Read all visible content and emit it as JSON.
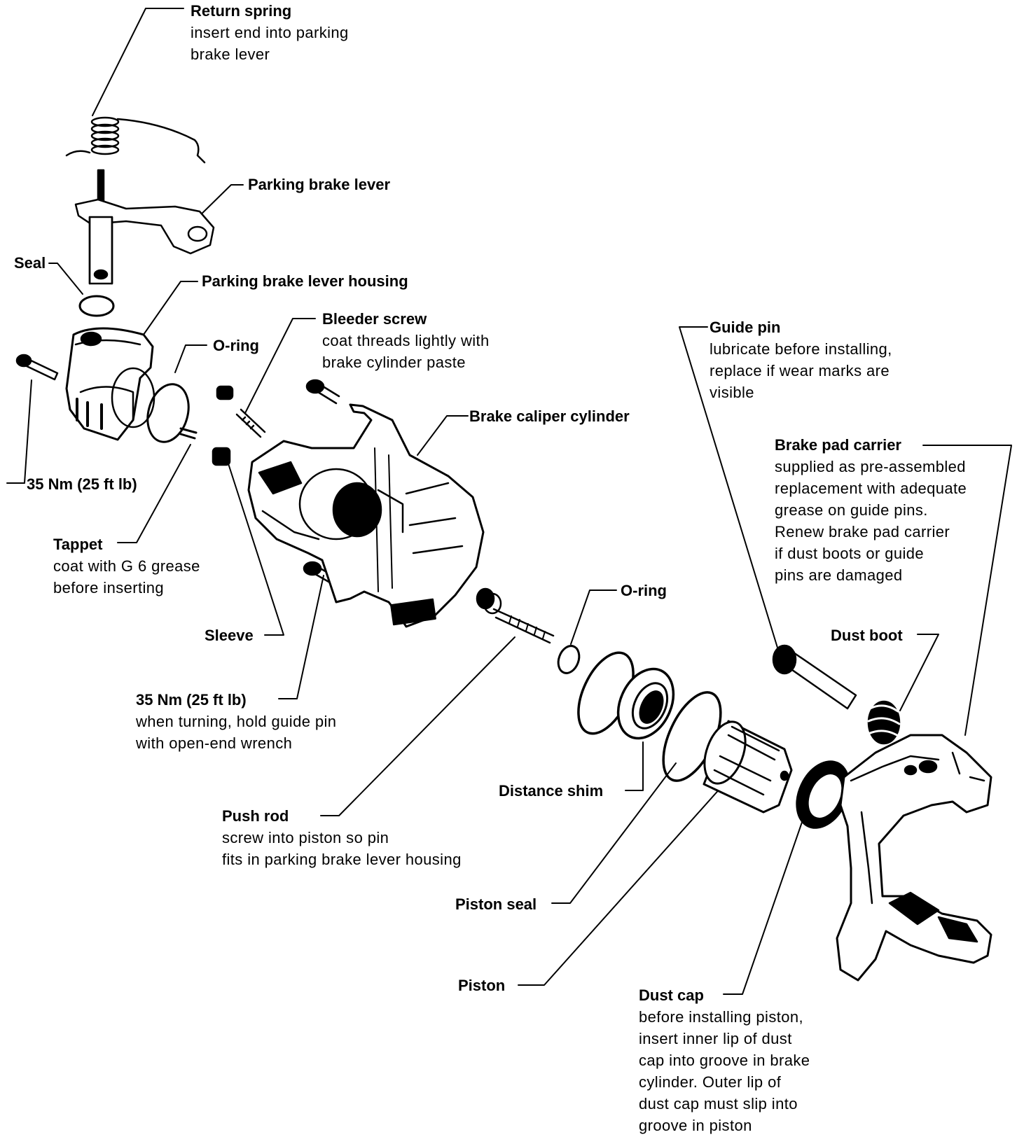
{
  "labels": {
    "return_spring": {
      "title": "Return spring",
      "desc": [
        "insert end into parking",
        "brake lever"
      ]
    },
    "parking_brake_lever": {
      "title": "Parking brake lever"
    },
    "seal": {
      "title": "Seal"
    },
    "parking_brake_lever_housing": {
      "title": "Parking brake lever housing"
    },
    "o_ring_1": {
      "title": "O-ring"
    },
    "bleeder_screw": {
      "title": "Bleeder screw",
      "desc": [
        "coat threads lightly with",
        "brake cylinder paste"
      ]
    },
    "guide_pin": {
      "title": "Guide pin",
      "desc": [
        "lubricate before installing,",
        "replace if wear marks are",
        "visible"
      ]
    },
    "brake_caliper_cylinder": {
      "title": "Brake caliper cylinder"
    },
    "torque_1": {
      "title": "35 Nm (25 ft lb)"
    },
    "brake_pad_carrier": {
      "title": "Brake pad carrier",
      "desc": [
        "supplied as pre-assembled",
        "replacement with adequate",
        "grease on guide pins.",
        "Renew brake pad carrier",
        "if dust boots or guide",
        "pins are damaged"
      ]
    },
    "tappet": {
      "title": "Tappet",
      "desc": [
        "coat with G 6 grease",
        "before inserting"
      ]
    },
    "o_ring_2": {
      "title": "O-ring"
    },
    "sleeve": {
      "title": "Sleeve"
    },
    "dust_boot": {
      "title": "Dust boot"
    },
    "torque_2": {
      "title": "35 Nm (25 ft lb)",
      "desc": [
        "when turning, hold guide pin",
        "with open-end wrench"
      ]
    },
    "distance_shim": {
      "title": "Distance shim"
    },
    "push_rod": {
      "title": "Push rod",
      "desc": [
        "screw into piston so pin",
        "fits in parking brake lever housing"
      ]
    },
    "piston_seal": {
      "title": "Piston seal"
    },
    "piston": {
      "title": "Piston"
    },
    "dust_cap": {
      "title": "Dust cap",
      "desc": [
        "before installing piston,",
        "insert inner lip of dust",
        "cap into groove in brake",
        "cylinder. Outer lip of",
        "dust cap must slip into",
        "groove in piston"
      ]
    }
  }
}
